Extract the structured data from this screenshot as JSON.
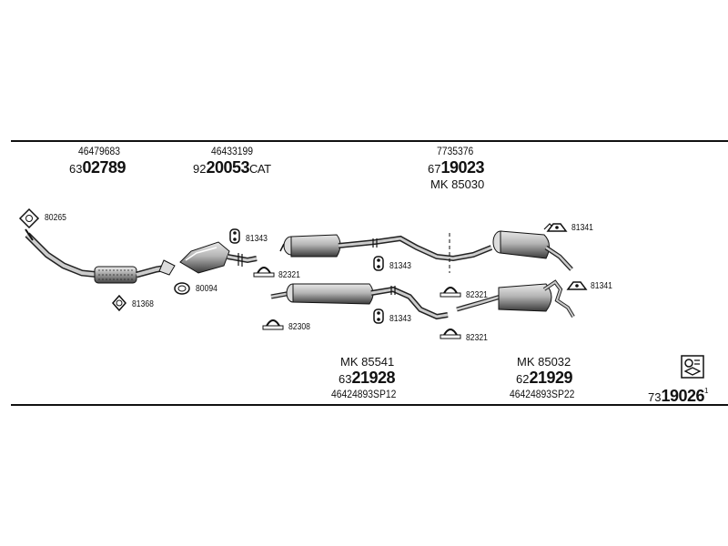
{
  "top_numbers": [
    {
      "small": "46479683",
      "prefix": "63",
      "big": "02789",
      "suffix": ""
    },
    {
      "small": "46433199",
      "prefix": "92",
      "big": "20053",
      "suffix": "CAT"
    },
    {
      "small": "7735376",
      "prefix": "67",
      "big": "19023",
      "suffix": "",
      "kit": "MK  85030"
    }
  ],
  "bottom_numbers": [
    {
      "kit": "MK  85541",
      "prefix": "63",
      "big": "21928",
      "small": "46424893SP12"
    },
    {
      "kit": "MK  85032",
      "prefix": "62",
      "big": "21929",
      "small": "46424893SP22"
    }
  ],
  "corner_number": {
    "prefix": "73",
    "big": "19026",
    "sup": "1"
  },
  "part_labels": {
    "p80265": "80265",
    "p81368": "81368",
    "p80094": "80094",
    "p81343a": "81343",
    "p82321a": "82321",
    "p81343b": "81343",
    "p82308": "82308",
    "p81343c": "81343",
    "p82321b": "82321",
    "p82321c": "82321",
    "p81341a": "81341",
    "p81341b": "81341"
  }
}
